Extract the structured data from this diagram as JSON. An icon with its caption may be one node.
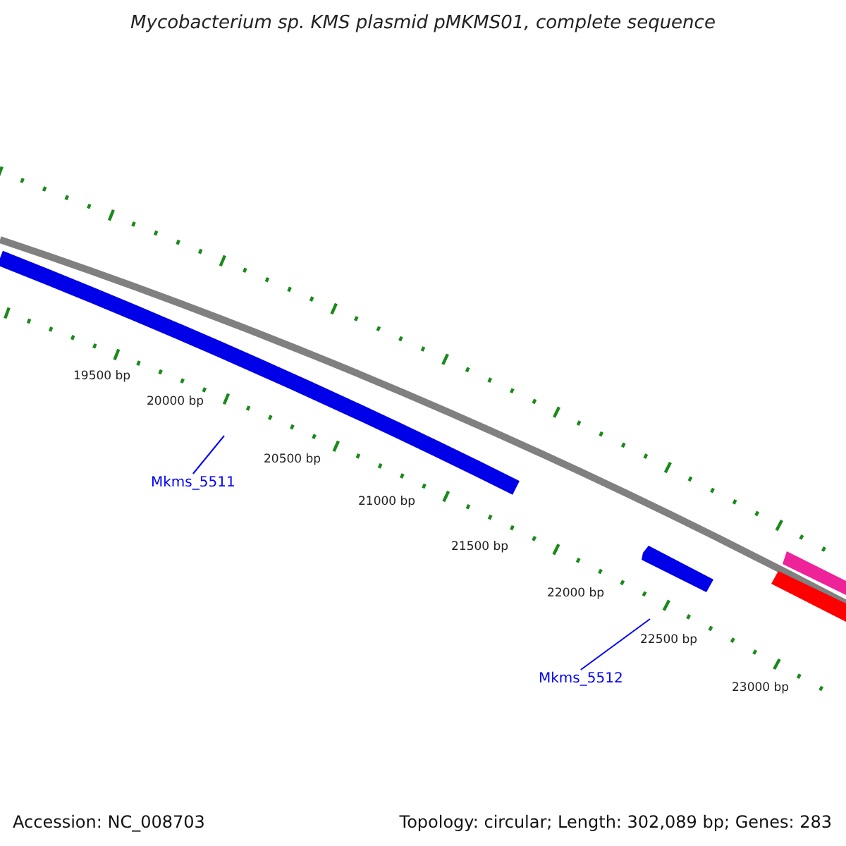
{
  "diagram": {
    "title": "Mycobacterium sp. KMS plasmid pMKMS01, complete sequence",
    "nodes": [
      {
        "text": [
          "Mkms_5511"
        ]
      },
      {
        "text": [
          "Mkms_5512"
        ]
      }
    ],
    "edges": [
      {
        "from": 0,
        "to": null,
        "arrow": "none"
      },
      {
        "from": 1,
        "to": null,
        "arrow": "none"
      }
    ],
    "labels": [
      "19500 bp",
      "20000 bp",
      "20500 bp",
      "21000 bp",
      "21500 bp",
      "22000 bp",
      "22500 bp",
      "23000 bp",
      "Accession: NC_008703",
      "Topology: circular; Length: 302,089 bp; Genes: 283"
    ]
  }
}
